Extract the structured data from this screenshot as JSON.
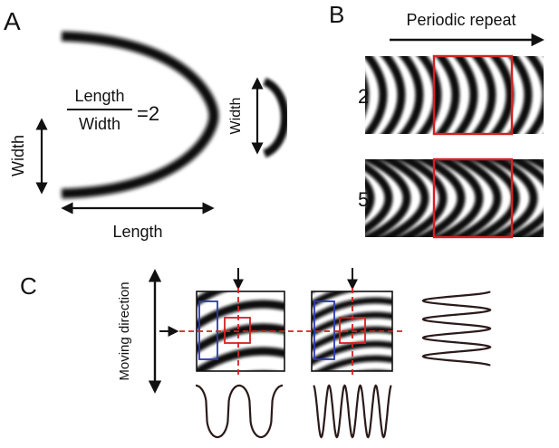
{
  "panels": {
    "a": {
      "letter": "A",
      "ratio_numerator": "Length",
      "ratio_denominator": "Width",
      "ratio_value": "=2",
      "width_label": "Width",
      "length_label": "Length",
      "small_width_label": "Width"
    },
    "b": {
      "letter": "B",
      "title": "Periodic repeat",
      "rows": [
        {
          "label": "2"
        },
        {
          "label": "5"
        }
      ]
    },
    "c": {
      "letter": "C",
      "moving_direction": "Moving direction"
    }
  },
  "colors": {
    "stripe": "#111111",
    "highlight_box": "#d62020",
    "crosshair": "#d62020",
    "window_box": "#2a3ab8",
    "trace": "#2b1a1a"
  }
}
